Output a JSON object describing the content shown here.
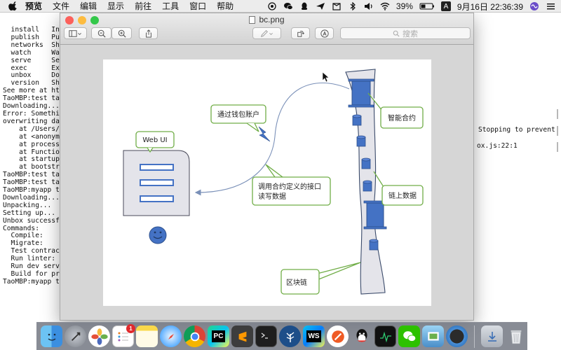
{
  "menubar": {
    "app_name": "预览",
    "menus": [
      "文件",
      "编辑",
      "显示",
      "前往",
      "工具",
      "窗口",
      "帮助"
    ],
    "status": {
      "battery": "39%",
      "input_source": "A",
      "datetime": "9月16日 22:36:39"
    }
  },
  "terminal": {
    "lines": [
      "  install   Ins",
      "  publish   Pub",
      "  networks  Sho",
      "  watch     Wat",
      "  serve     Ser",
      "  exec      Exe",
      "  unbox     Dow",
      "  version   Sho",
      "",
      "See more at htt",
      "",
      "TaoMBP:test tao",
      "Downloading...",
      "Error: Somethin",
      "overwriting dat",
      "    at /Users/t",
      "    at <anonymo",
      "    at process.",
      "    at Function",
      "    at startup",
      "    at bootstra",
      "TaoMBP:test tao",
      "TaoMBP:test tao",
      "TaoMBP:myapp ta",
      "Downloading...",
      "Unpacking...",
      "Setting up...",
      "Unbox successfu",
      "",
      "Commands:",
      "",
      "  Compile:",
      "  Migrate:",
      "  Test contract",
      "  Run linter:",
      "  Run dev serve",
      "  Build for pro",
      "TaoMBP:myapp ta"
    ],
    "right_text_1": "Stopping to prevent",
    "right_text_2": "ox.js:22:1"
  },
  "window": {
    "title": "bc.png",
    "search_placeholder": "搜索",
    "colors": {
      "titlebar": "#dcdcdc",
      "close": "#fc605b",
      "minimize": "#fdbc40",
      "zoom": "#34c84a"
    }
  },
  "diagram": {
    "web_ui_label": "Web UI",
    "wallet_label": "通过钱包账户",
    "call_label_line1": "调用合约定义的接口",
    "call_label_line2": "读写数据",
    "contract_label": "智能合约",
    "onchain_label": "链上数据",
    "blockchain_label": "区块链",
    "colors": {
      "block_blue": "#4472c4",
      "callout_green": "#70ad47",
      "panel_gray": "#e4e4ea"
    }
  },
  "dock": {
    "reminders_badge": "1",
    "apps": [
      "finder-icon",
      "launchpad-icon",
      "photos-icon",
      "reminders-icon",
      "notes-icon",
      "safari-icon",
      "chrome-icon",
      "pycharm-icon",
      "sublime-icon",
      "terminal-icon",
      "sourcetree-icon",
      "webstorm-icon",
      "postman-icon",
      "qq-icon",
      "activity-monitor-icon",
      "wechat-icon",
      "preview-icon",
      "quicktime-icon",
      "downloads-icon",
      "trash-icon"
    ]
  }
}
